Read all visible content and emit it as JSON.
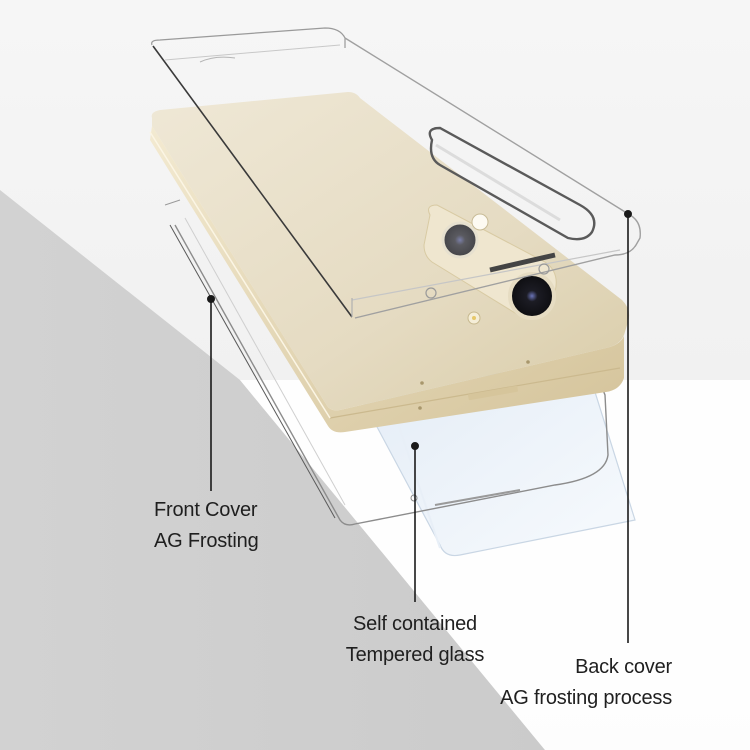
{
  "image": {
    "subject": "Exploded view of transparent foldable phone case with gold phone",
    "background_colors": {
      "light": "#f4f4f4",
      "gray_panel": "#cfcfcf",
      "white_panel": "#ffffff"
    },
    "phone_color": "#e6dcc4",
    "leader_line_color": "#1a1a1a"
  },
  "callouts": [
    {
      "id": "front-cover",
      "lines": [
        "Front Cover",
        "AG Frosting"
      ]
    },
    {
      "id": "tempered-glass",
      "lines": [
        "Self contained",
        "Tempered glass"
      ]
    },
    {
      "id": "back-cover",
      "lines": [
        "Back cover",
        "AG frosting process"
      ]
    }
  ]
}
